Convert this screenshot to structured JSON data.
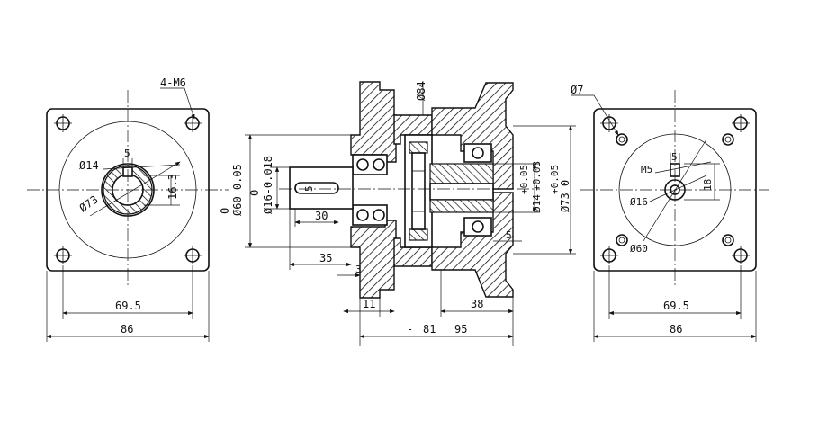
{
  "left_view": {
    "thread_note": "4-M6",
    "bore_dia": "Ø14",
    "key_width": "5",
    "key_height": "16.3",
    "pitch_dia": "Ø73",
    "bolt_spacing": "69.5",
    "flange_width": "86"
  },
  "side_view": {
    "flange_dia": "Ø84",
    "pilot_tol_upper": "0",
    "pilot_tol_lower": "Ø60-0.05",
    "shaft_tol_upper": "0",
    "shaft_tol_lower": "Ø16-0.018",
    "keyway_len": "30",
    "shaft_len": "35",
    "pilot_depth": "3",
    "flange_thk": "11",
    "dim_5": "5",
    "input_len": "38",
    "total_len": "81",
    "total_len_2": "95",
    "bore_tol_plus": "+0.05",
    "bore_tol_plus2": "+0.03",
    "bore_tol": "Ø14",
    "pcd_tol_plus": "+0.05",
    "pcd_tol": "Ø73 0",
    "total_dash": "-"
  },
  "right_view": {
    "hole_dia": "Ø7",
    "key_width": "5",
    "thread": "M5",
    "key_height": "18",
    "bore_dia": "Ø16",
    "spigot_dia": "Ø60",
    "bolt_spacing": "69.5",
    "flange_width": "86"
  }
}
